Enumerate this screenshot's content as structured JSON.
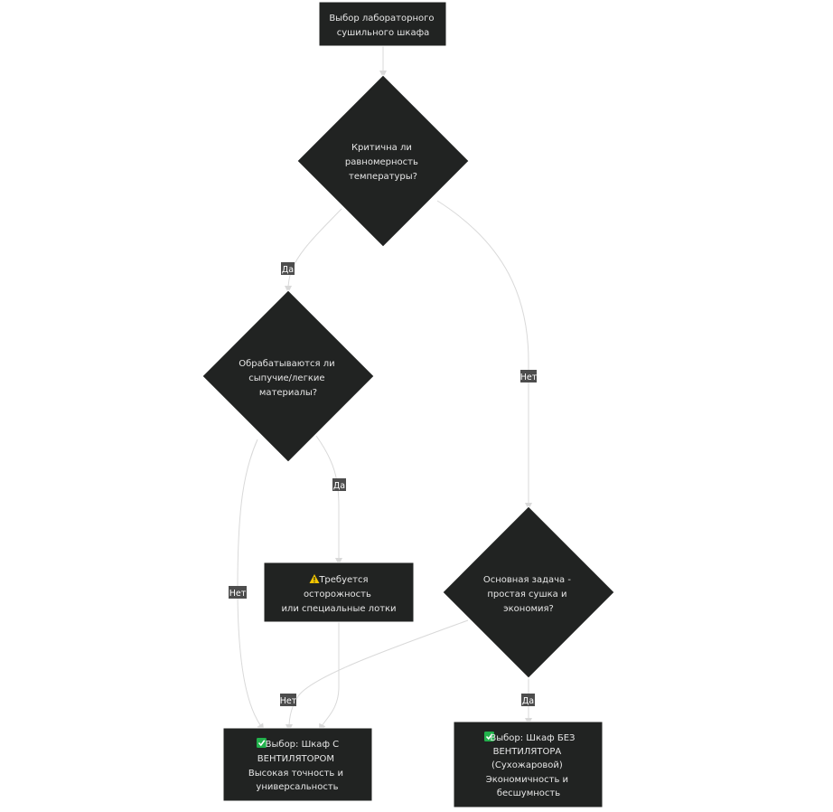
{
  "nodes": {
    "start": {
      "lines": [
        "Выбор лабораторного",
        "сушильного шкафа"
      ]
    },
    "q1": {
      "lines": [
        "Критична ли",
        "равномерность",
        "температуры?"
      ]
    },
    "q2": {
      "lines": [
        "Обрабатываются ли",
        "сыпучие/легкие",
        "материалы?"
      ]
    },
    "q3": {
      "lines": [
        "Основная задача -",
        "простая сушка и",
        "экономия?"
      ]
    },
    "caution": {
      "icon": "warning-icon",
      "lines": [
        "Требуется",
        "осторожность",
        "или специальные лотки"
      ]
    },
    "with_fan": {
      "icon": "check-icon",
      "lines": [
        "Выбор: Шкаф С",
        "ВЕНТИЛЯТОРОМ",
        "Высокая точность и",
        "универсальность"
      ]
    },
    "without_fan": {
      "icon": "check-icon",
      "lines": [
        "Выбор: Шкаф БЕЗ",
        "ВЕНТИЛЯТОРА",
        "(Сухожаровой)",
        "Экономичность и",
        "бесшумность"
      ]
    }
  },
  "edge_labels": {
    "q1_yes": "Да",
    "q1_no": "Нет",
    "q2_yes": "Да",
    "q2_no": "Нет",
    "q3_no": "Нет",
    "q3_yes": "Да"
  },
  "colors": {
    "node_fill": "#212322",
    "edge": "#d9d9d9",
    "label_bg": "#4d4d4d",
    "check": "#22b14c",
    "warning": "#f2c500"
  }
}
